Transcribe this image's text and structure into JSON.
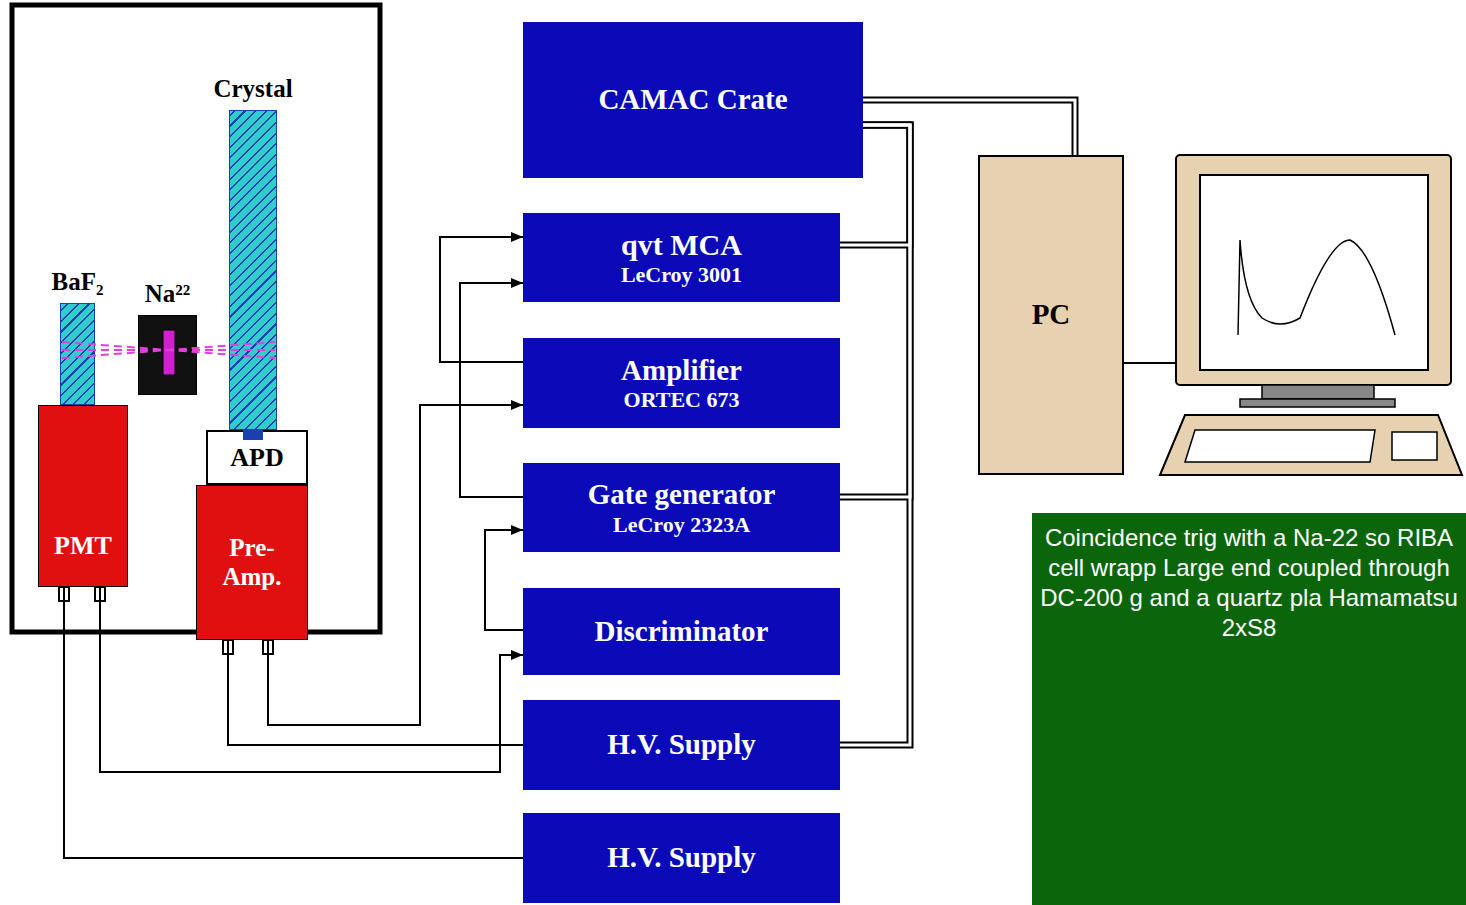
{
  "diagram": {
    "nodes": [
      {
        "text": [
          "Crystal"
        ]
      },
      {
        "text": [
          "CAMAC Crate"
        ]
      },
      {
        "text": [
          "BaF₂"
        ]
      },
      {
        "text": [
          "Na²²"
        ]
      },
      {
        "text": [
          "qvt MCA",
          "LeCroy 3001"
        ]
      },
      {
        "text": [
          "PC"
        ]
      },
      {
        "text": [
          "Amplifier",
          "ORTEC 673"
        ]
      },
      {
        "text": [
          "APD"
        ]
      },
      {
        "text": [
          "PMT"
        ]
      },
      {
        "text": [
          "Pre-Amp."
        ]
      },
      {
        "text": [
          "Gate generator",
          "LeCroy 2323A"
        ]
      },
      {
        "text": [
          "Coincidence trig with a Na-22 so RIBA cell wrapp Large end coupled through DC-200 g and a quartz pla Hamamatsu 2xS8"
        ]
      },
      {
        "text": [
          "Discriminator"
        ]
      },
      {
        "text": [
          "H.V. Supply"
        ]
      },
      {
        "text": [
          "H.V. Supply"
        ]
      }
    ],
    "edges": [
      {
        "from": 1,
        "to": 5,
        "arrow": "none"
      },
      {
        "from": 1,
        "to": 4,
        "arrow": "none"
      },
      {
        "from": 6,
        "to": 4,
        "arrow": "to"
      },
      {
        "from": 9,
        "to": 6,
        "arrow": "to"
      },
      {
        "from": 10,
        "to": 4,
        "arrow": "to"
      },
      {
        "from": 1,
        "to": 10,
        "arrow": "none"
      },
      {
        "from": 12,
        "to": 10,
        "arrow": "to"
      },
      {
        "from": 8,
        "to": 12,
        "arrow": "to"
      },
      {
        "from": 9,
        "to": 13,
        "arrow": "none"
      },
      {
        "from": 1,
        "to": 13,
        "arrow": "none"
      },
      {
        "from": 8,
        "to": 14,
        "arrow": "none"
      }
    ]
  }
}
